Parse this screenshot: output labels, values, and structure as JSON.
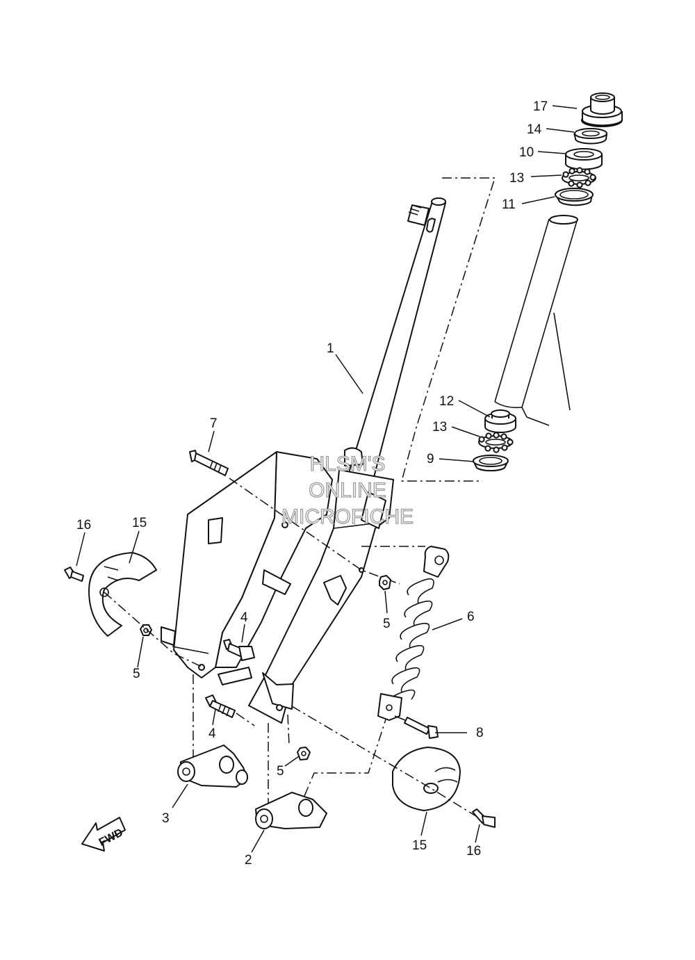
{
  "watermark": {
    "line1": "HLSM'S",
    "line2": "ONLINE",
    "line3": "MICROFICHE"
  },
  "direction_label": "FWD",
  "callouts": {
    "c1": "1",
    "c2": "2",
    "c3": "3",
    "c4a": "4",
    "c4b": "4",
    "c5a": "5",
    "c5b": "5",
    "c5c": "5",
    "c6": "6",
    "c7": "7",
    "c8": "8",
    "c9": "9",
    "c10": "10",
    "c11": "11",
    "c12": "12",
    "c13a": "13",
    "c13b": "13",
    "c14": "14",
    "c15a": "15",
    "c15b": "15",
    "c16a": "16",
    "c16b": "16",
    "c17": "17"
  }
}
